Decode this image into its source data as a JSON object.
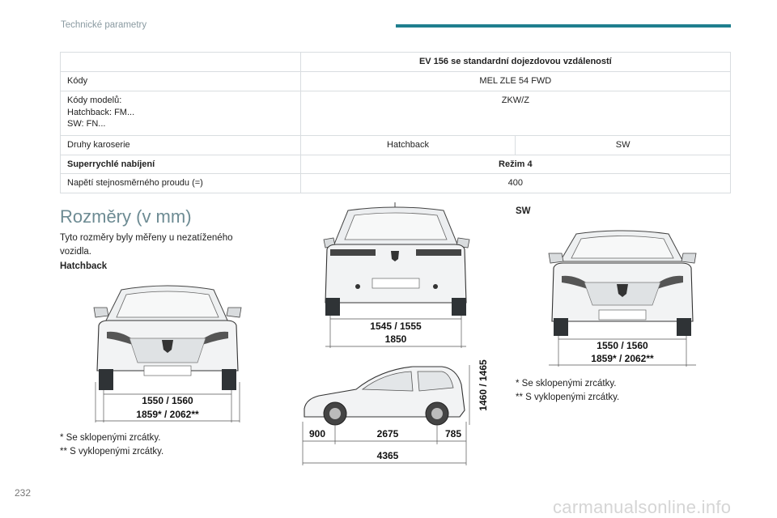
{
  "header": {
    "section_title": "Technické parametry"
  },
  "table": {
    "head": "EV 156 se standardní dojezdovou vzdáleností",
    "rows": {
      "codes": {
        "label": "Kódy",
        "value": "MEL ZLE 54 FWD"
      },
      "model_codes": {
        "label_lines": [
          "Kódy modelů:",
          "Hatchback: FM...",
          "SW: FN..."
        ],
        "value": "ZKW/Z"
      },
      "body_types": {
        "label": "Druhy karoserie",
        "values": [
          "Hatchback",
          "SW"
        ]
      },
      "supercharge": {
        "label": "Superrychlé nabíjení",
        "value": "Režim 4"
      },
      "dc_voltage": {
        "label": "Napětí stejnosměrného proudu (=)",
        "value": "400"
      }
    }
  },
  "dimensions": {
    "title": "Rozměry (v mm)",
    "intro": "Tyto rozměry byly měřeny u nezatíženého vozidla.",
    "hatchback_label": "Hatchback",
    "sw_label": "SW",
    "front_track": "1550 / 1560",
    "rear_track": "1545 / 1555",
    "width_mirrors": "1859* / 2062**",
    "width": "1850",
    "height": "1460 / 1465",
    "front_overhang": "900",
    "wheelbase": "2675",
    "rear_overhang": "785",
    "length": "4365",
    "footnote_1": "* Se sklopenými zrcátky.",
    "footnote_2": "** S vyklopenými zrcátky."
  },
  "footer": {
    "page_number": "232",
    "watermark": "carmanualsonline.info"
  }
}
